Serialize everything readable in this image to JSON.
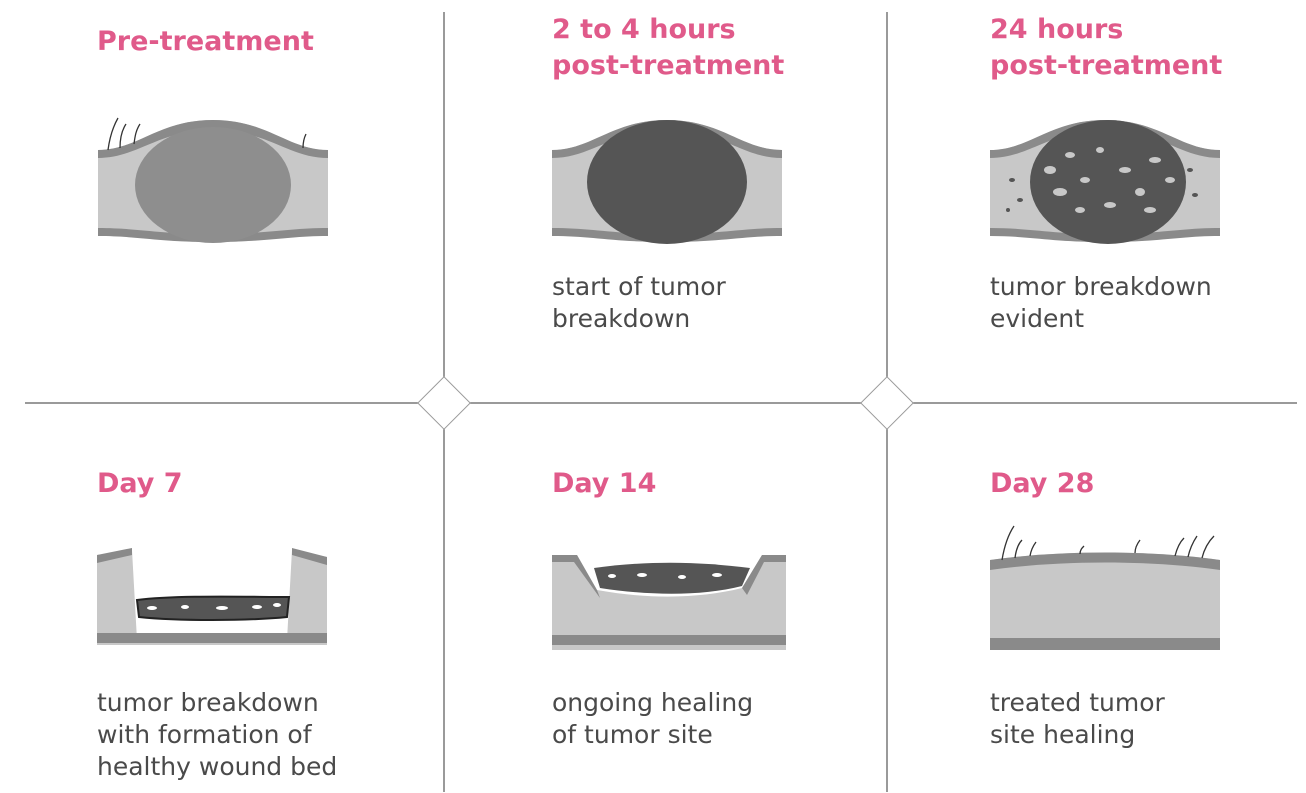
{
  "panels": [
    {
      "title": "Pre-treatment",
      "caption": ""
    },
    {
      "title": "2 to 4 hours\npost-treatment",
      "caption": "start of tumor\nbreakdown"
    },
    {
      "title": "24 hours\npost-treatment",
      "caption": "tumor breakdown\nevident"
    },
    {
      "title": "Day 7",
      "caption": "tumor breakdown\nwith formation of\nhealthy wound bed"
    },
    {
      "title": "Day 14",
      "caption": "ongoing healing\nof tumor site"
    },
    {
      "title": "Day 28",
      "caption": "treated tumor\nsite healing"
    }
  ],
  "colors": {
    "title": "#e05a8a",
    "caption": "#4a4a4a",
    "skin": "#c8c8c8",
    "skin_edge": "#8a8a8a",
    "tumor_light": "#8e8e8e",
    "tumor_dark": "#555555"
  }
}
